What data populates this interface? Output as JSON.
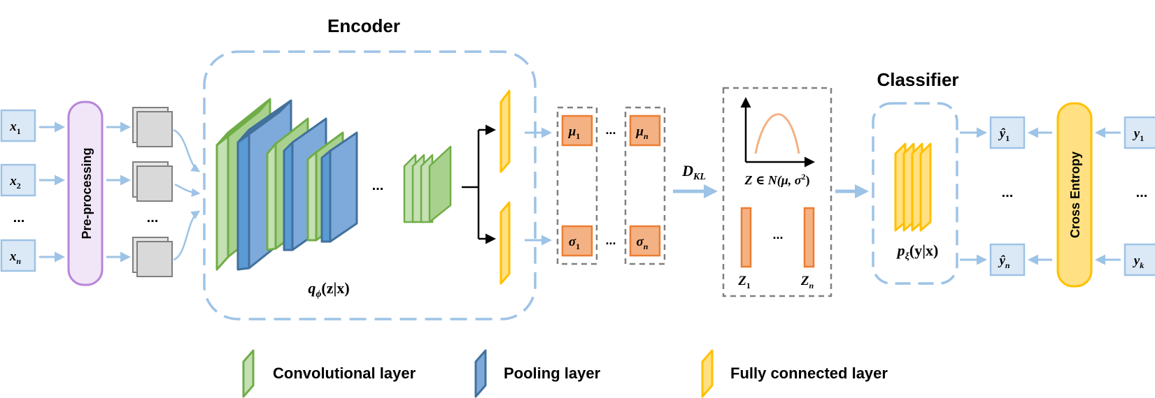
{
  "titles": {
    "encoder": "Encoder",
    "classifier": "Classifier"
  },
  "inputs": {
    "items": [
      {
        "var": "x",
        "sub": "1"
      },
      {
        "var": "x",
        "sub": "2"
      },
      {
        "var": "x",
        "sub": "n"
      }
    ],
    "ellipsis": "..."
  },
  "preprocessing": "Pre-processing",
  "stacks_ellipsis": "...",
  "encoder_ellipsis": "...",
  "encoder_formula": {
    "main": "q",
    "sub": "ϕ",
    "rest": "(z|x)"
  },
  "mu": {
    "first": {
      "var": "μ",
      "sub": "1"
    },
    "last": {
      "var": "μ",
      "sub": "n"
    },
    "ellipsis": "..."
  },
  "sigma": {
    "first": {
      "var": "σ",
      "sub": "1"
    },
    "last": {
      "var": "σ",
      "sub": "n"
    },
    "ellipsis": "..."
  },
  "kl": {
    "main": "D",
    "sub": "KL"
  },
  "latent": {
    "dist_label": "Z ∈ N(μ, σ",
    "dist_sup": "2",
    "dist_close": ")",
    "z_first": {
      "var": "Z",
      "sub": "1"
    },
    "z_last": {
      "var": "Z",
      "sub": "n"
    },
    "ellipsis": "..."
  },
  "classifier_formula": {
    "main": "p",
    "sub": "ξ",
    "rest": "(y|x)"
  },
  "outputs": {
    "first": {
      "var": "ŷ",
      "sub": "1"
    },
    "last": {
      "var": "ŷ",
      "sub": "n"
    },
    "ellipsis": "..."
  },
  "cross_entropy": "Cross Entropy",
  "labels": {
    "first": {
      "var": "y",
      "sub": "1"
    },
    "last": {
      "var": "y",
      "sub": "k"
    },
    "ellipsis": "..."
  },
  "legend": [
    {
      "label": "Convolutional layer",
      "color": "#70ad47",
      "fill": "#c5e0b4"
    },
    {
      "label": "Pooling layer",
      "color": "#41719c",
      "fill": "#7eaadb"
    },
    {
      "label": "Fully connected layer",
      "color": "#ffc000",
      "fill": "#ffe082"
    }
  ],
  "colors": {
    "arrow": "#9dc3e6",
    "box_fill": "#dbe8f6",
    "box_stroke": "#9dc3e6",
    "pre_fill": "#f1e6f7",
    "pre_stroke": "#b885d9",
    "orange_fill": "#f4b183",
    "orange_stroke": "#ed7d31",
    "gray_dash": "#808080",
    "ce_fill": "#ffe082",
    "ce_stroke": "#ffc000"
  }
}
